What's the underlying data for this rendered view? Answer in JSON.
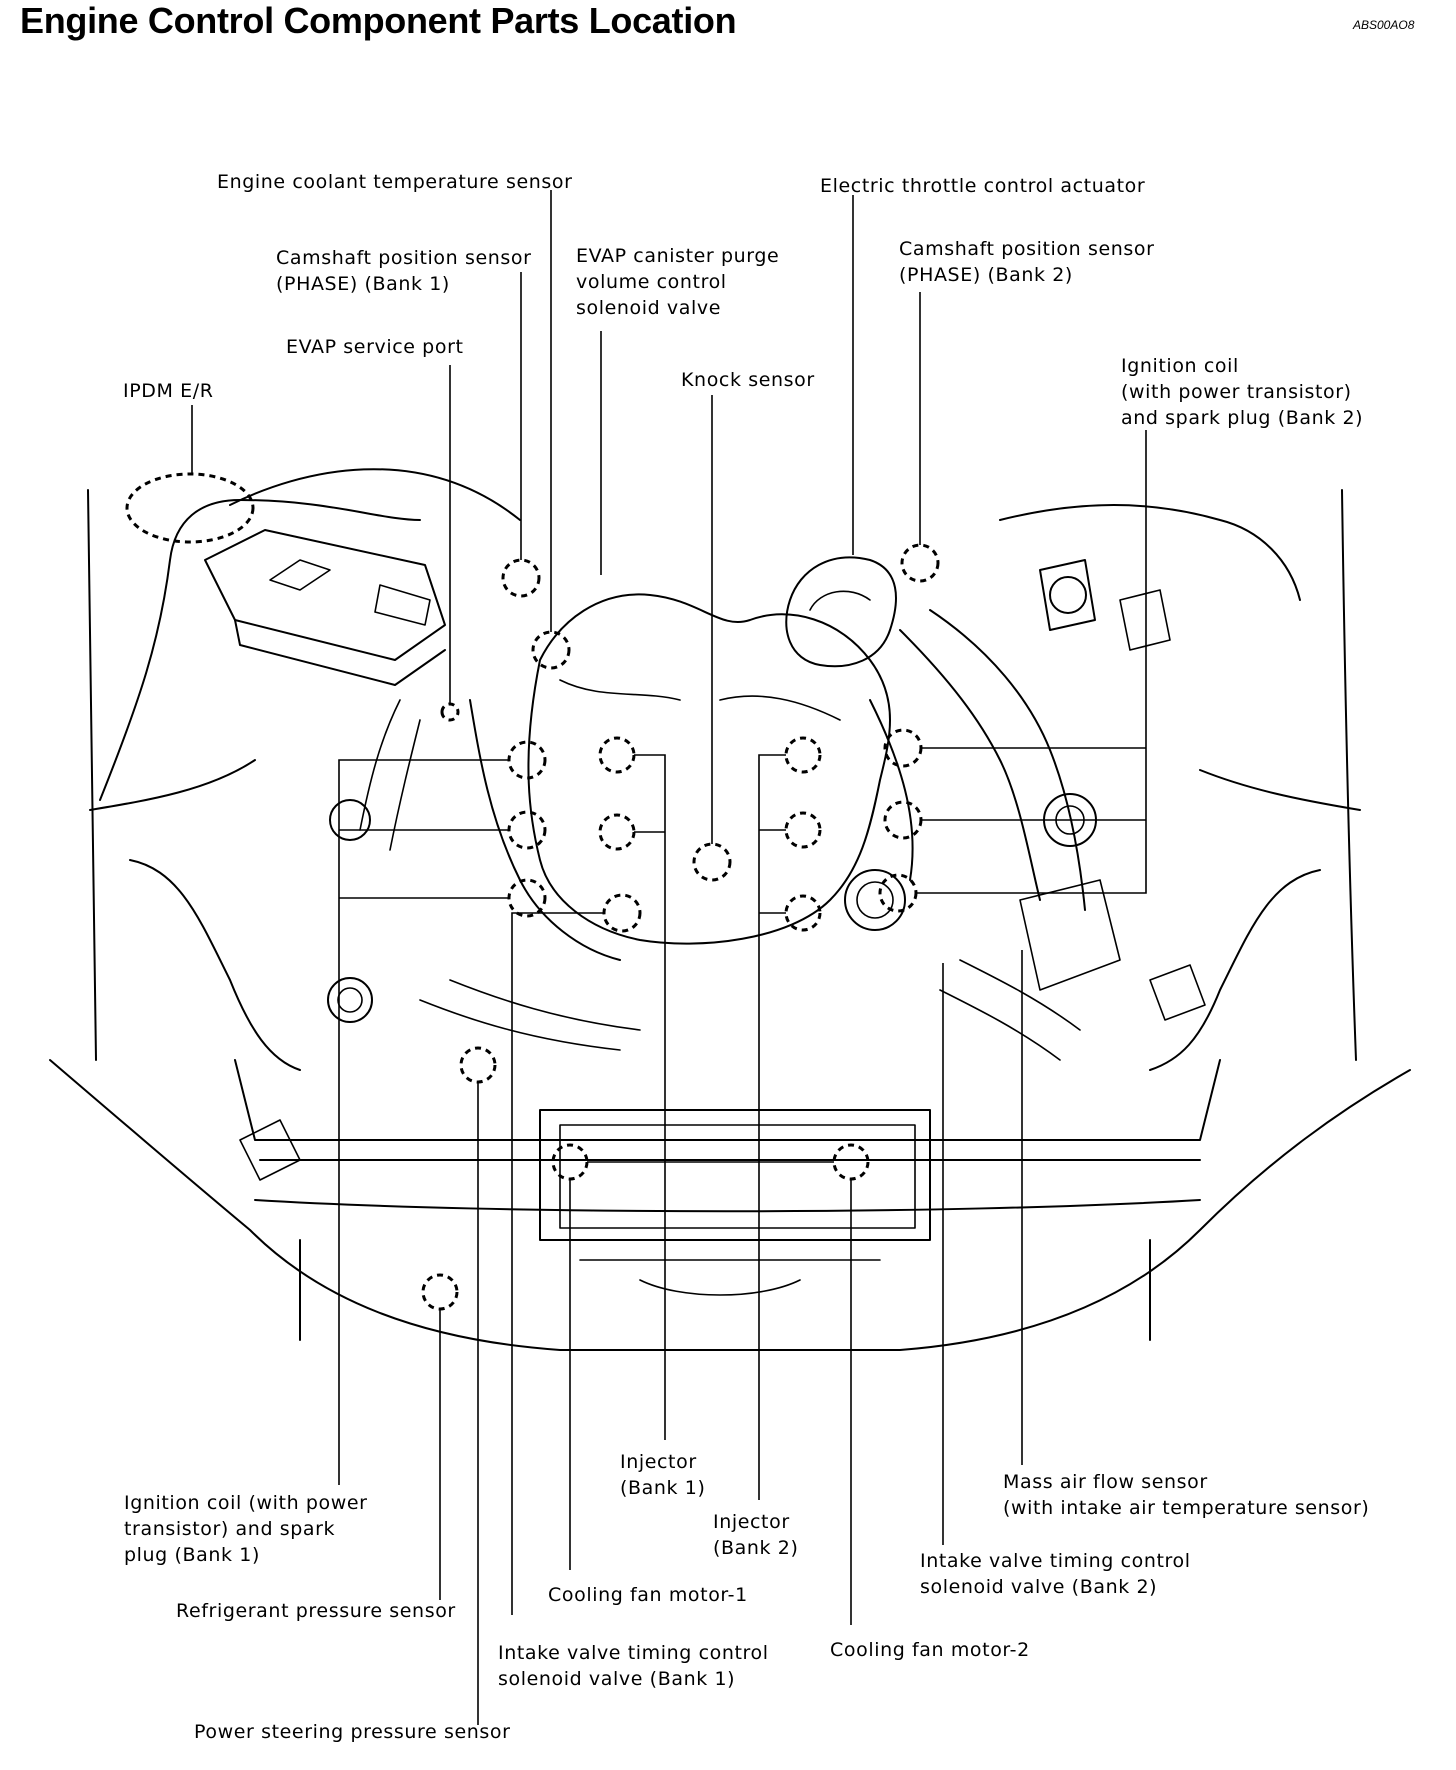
{
  "header": {
    "title": "Engine Control Component Parts Location",
    "code": "ABS00AO8"
  },
  "labels": {
    "engine_coolant_temp_sensor": "Engine coolant temperature sensor",
    "electric_throttle_actuator": "Electric throttle control actuator",
    "camshaft_sensor_bank1": "Camshaft position sensor\n(PHASE) (Bank 1)",
    "evap_purge_valve": "EVAP canister purge\nvolume control\nsolenoid valve",
    "camshaft_sensor_bank2": "Camshaft position sensor\n(PHASE) (Bank 2)",
    "evap_service_port": "EVAP service port",
    "ipdm_er": "IPDM E/R",
    "knock_sensor": "Knock sensor",
    "ignition_coil_bank2": "Ignition coil\n(with power transistor)\nand spark plug (Bank 2)",
    "injector_bank1": "Injector\n(Bank 1)",
    "mass_air_flow_sensor": "Mass air flow sensor\n(with intake air temperature sensor)",
    "ignition_coil_bank1": "Ignition coil (with power\ntransistor) and spark\nplug (Bank 1)",
    "injector_bank2": "Injector\n(Bank 2)",
    "ivt_valve_bank2": "Intake valve timing control\nsolenoid valve (Bank 2)",
    "cooling_fan_motor_1": "Cooling fan motor-1",
    "refrigerant_pressure_sensor": "Refrigerant pressure sensor",
    "ivt_valve_bank1": "Intake valve timing control\nsolenoid valve (Bank 1)",
    "cooling_fan_motor_2": "Cooling fan motor-2",
    "power_steering_pressure_sensor": "Power steering pressure sensor"
  }
}
